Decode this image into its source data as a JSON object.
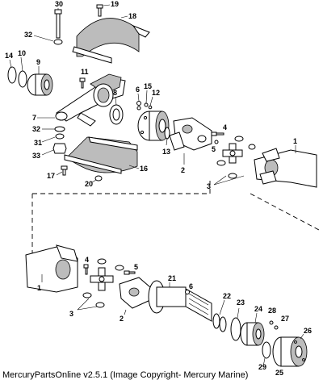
{
  "callouts": {
    "c30": "30",
    "c19": "19",
    "c18": "18",
    "c32a": "32",
    "c14": "14",
    "c10": "10",
    "c9": "9",
    "c11": "11",
    "c8": "8",
    "c6a": "6",
    "c15": "15",
    "c12": "12",
    "c7": "7",
    "c32b": "32",
    "c31": "31",
    "c33": "33",
    "c13": "13",
    "c2a": "2",
    "c4a": "4",
    "c5a": "5",
    "c1a": "1",
    "c16": "16",
    "c17": "17",
    "c20": "20",
    "c3a": "3",
    "c4b": "4",
    "c5b": "5",
    "c1b": "1",
    "c2b": "2",
    "c3b": "3",
    "c21": "21",
    "c6b": "6",
    "c22": "22",
    "c23": "23",
    "c24": "24",
    "c28": "28",
    "c27": "27",
    "c26": "26",
    "c29": "29",
    "c25": "25"
  },
  "footer": "MercuryPartsOnline v2.5.1 (Image Copyright- Mercury Marine)"
}
